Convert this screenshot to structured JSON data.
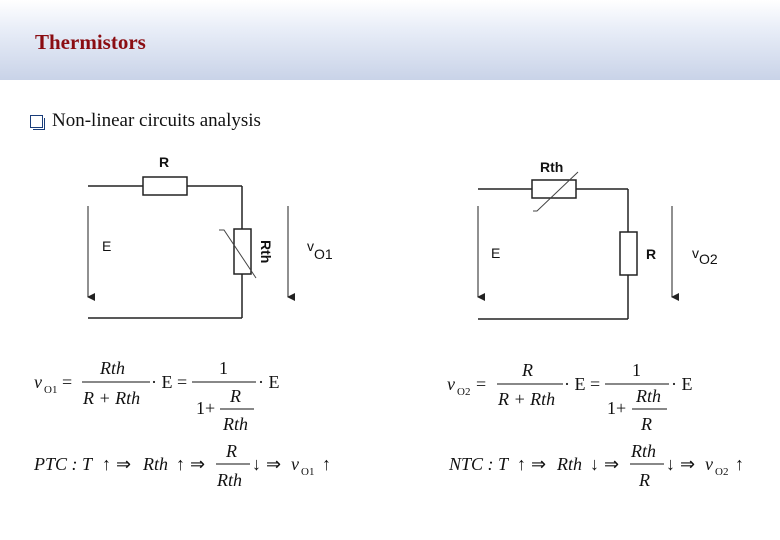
{
  "slide": {
    "title": "Thermistors",
    "bullet": "Non-linear circuits analysis"
  },
  "circuit_left": {
    "resistor_label": "R",
    "thermistor_label": "Rth",
    "source_label": "E",
    "output_label": "v",
    "output_sub": "O1"
  },
  "circuit_right": {
    "thermistor_label": "Rth",
    "resistor_label": "R",
    "source_label": "E",
    "output_label": "v",
    "output_sub": "O2"
  },
  "equation_left": {
    "lhs": "v",
    "lhs_sub": "O1",
    "eq": "=",
    "frac1_num": "Rth",
    "frac1_den": "R + Rth",
    "dotE1": "· E =",
    "frac2_num": "1",
    "frac2_den_one": "1+",
    "frac2_inner_num": "R",
    "frac2_inner_den": "Rth",
    "dotE2": "· E"
  },
  "equation_right": {
    "lhs": "v",
    "lhs_sub": "O2",
    "eq": "=",
    "frac1_num": "R",
    "frac1_den": "R + Rth",
    "dotE1": "· E =",
    "frac2_num": "1",
    "frac2_den_one": "1+",
    "frac2_inner_num": "Rth",
    "frac2_inner_den": "R",
    "dotE2": "· E"
  },
  "ptc_line": {
    "prefix": "PTC : T",
    "arrow1": "↑",
    "implies1": "⇒",
    "rth": "Rth",
    "arrow2": "↑",
    "implies2": "⇒",
    "frac_num": "R",
    "frac_den": "Rth",
    "arrow3": "↓",
    "implies3": "⇒",
    "v": "v",
    "v_sub": "O1",
    "arrow4": "↑"
  },
  "ntc_line": {
    "prefix": "NTC : T",
    "arrow1": "↑",
    "implies1": "⇒",
    "rth": "Rth",
    "arrow2": "↓",
    "implies2": "⇒",
    "frac_num": "Rth",
    "frac_den": "R",
    "arrow3": "↓",
    "implies3": "⇒",
    "v": "v",
    "v_sub": "O2",
    "arrow4": "↑"
  }
}
